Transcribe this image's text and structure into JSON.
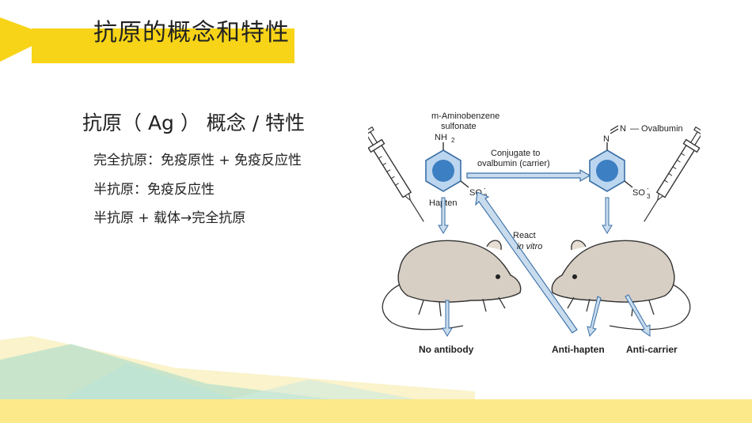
{
  "slide": {
    "title": "抗原的概念和特性",
    "heading": "抗原（ Ag ） 概念 / 特性",
    "bullets": [
      "完全抗原：免疫原性 + 免疫反应性",
      "半抗原：免疫反应性",
      "半抗原 + 载体→完全抗原"
    ]
  },
  "colors": {
    "title_accent": "#f7d417",
    "bottom_band": "#fbe98a",
    "wave_teal": "#9fd8cc",
    "wave_yellow": "#f6eaa0",
    "ring_fill": "#bcd6ef",
    "ring_center": "#3d7fc3",
    "arrow_fill": "#c8dcee",
    "arrow_stroke": "#3a6fa6",
    "mouse_fill": "#d7cec4"
  },
  "diagram": {
    "top_left_label_1": "m-Aminobenzene",
    "top_left_label_2": "sulfonate",
    "nh2": "NH",
    "nh2_sub": "2",
    "so3": "SO",
    "so3_sub": "3",
    "so3_sup": "-",
    "hapten": "Hapten",
    "conjugate_1": "Conjugate to",
    "conjugate_2": "ovalbumin (carrier)",
    "azo_n1": "N",
    "azo_n2": "N",
    "ovalbumin": "— Ovalbumin",
    "react_1": "React",
    "react_2": "in vitro",
    "no_antibody": "No antibody",
    "anti_hapten": "Anti-hapten",
    "anti_carrier": "Anti-carrier"
  }
}
